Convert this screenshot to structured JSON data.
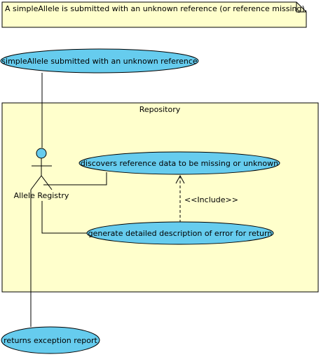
{
  "note": {
    "text": "A simpleAllele is submitted with an unknown reference (or reference missing)."
  },
  "trigger_usecase": {
    "label": "simpleAllele submitted with an unknown reference"
  },
  "system_boundary": {
    "label": "Repository"
  },
  "actor": {
    "label": "Allele Registry"
  },
  "usecases": {
    "discover": {
      "label": "discovers reference data to be missing or unknown"
    },
    "generate": {
      "label": "generate detailed description of error for return"
    },
    "exception": {
      "label": "returns exception report"
    }
  },
  "include_relation": {
    "label": "<<Include>>"
  },
  "colors": {
    "note_fill": "#ffffcc",
    "boundary_fill": "#ffffcc",
    "usecase_fill": "#66ccee",
    "actor_head_fill": "#66ccee",
    "stroke": "#000000"
  }
}
